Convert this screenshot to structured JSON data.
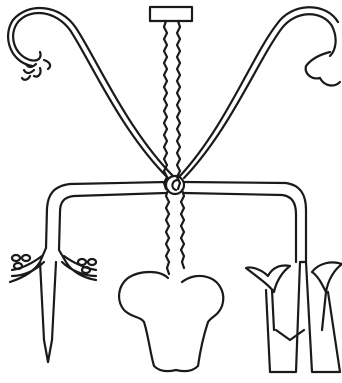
{
  "diagram": {
    "title": "",
    "labels": [],
    "parts": [
      "top-bar",
      "central-stem",
      "left-curling-tendril",
      "right-curling-tendril",
      "central-knot",
      "horizontal-branch",
      "left-leg-sprouts",
      "center-heart-bulb",
      "right-flared-cups"
    ],
    "colors": {
      "line": "#1a1a1a",
      "background": "#ffffff"
    }
  }
}
